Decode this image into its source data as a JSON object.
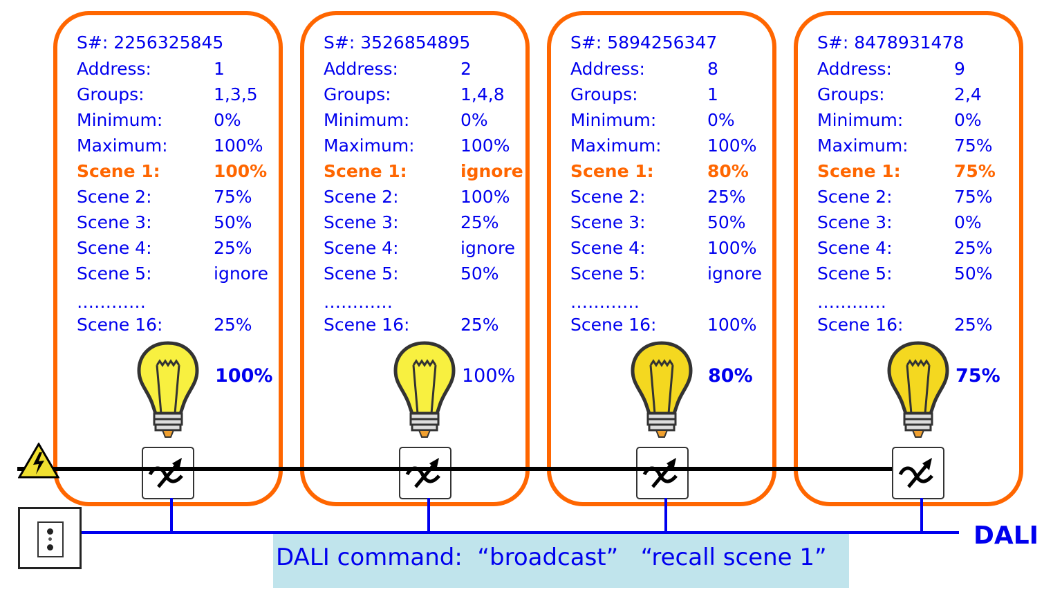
{
  "labels": {
    "serial": "S#:",
    "address": "Address:",
    "groups": "Groups:",
    "minimum": "Minimum:",
    "maximum": "Maximum:",
    "scene1": "Scene 1:",
    "scene2": "Scene 2:",
    "scene3": "Scene 3:",
    "scene4": "Scene 4:",
    "scene5": "Scene 5:",
    "dots": "…………",
    "scene16": "Scene 16:"
  },
  "devices": [
    {
      "serial": "2256325845",
      "address": "1",
      "groups": "1,3,5",
      "minimum": "0%",
      "maximum": "100%",
      "scene1": "100%",
      "scene2": "75%",
      "scene3": "50%",
      "scene4": "25%",
      "scene5": "ignore",
      "scene16": "25%",
      "level": "100%",
      "level_fraction": 1.0
    },
    {
      "serial": "3526854895",
      "address": "2",
      "groups": "1,4,8",
      "minimum": "0%",
      "maximum": "100%",
      "scene1": "ignore",
      "scene2": "100%",
      "scene3": "25%",
      "scene4": "ignore",
      "scene5": "50%",
      "scene16": "25%",
      "level": "100%",
      "level_fraction": 1.0
    },
    {
      "serial": "5894256347",
      "address": "8",
      "groups": "1",
      "minimum": "0%",
      "maximum": "100%",
      "scene1": "80%",
      "scene2": "25%",
      "scene3": "50%",
      "scene4": "100%",
      "scene5": "ignore",
      "scene16": "100%",
      "level": "80%",
      "level_fraction": 0.8
    },
    {
      "serial": "8478931478",
      "address": "9",
      "groups": "2,4",
      "minimum": "0%",
      "maximum": "75%",
      "scene1": "75%",
      "scene2": "75%",
      "scene3": "0%",
      "scene4": "25%",
      "scene5": "50%",
      "scene16": "25%",
      "level": "75%",
      "level_fraction": 0.75
    }
  ],
  "bus_label": "DALI",
  "command": "DALI command:  “broadcast”   “recall scene 1”",
  "colors": {
    "accent": "#ff6600",
    "text": "#0000ee",
    "command_bg": "#c0e4ec"
  }
}
